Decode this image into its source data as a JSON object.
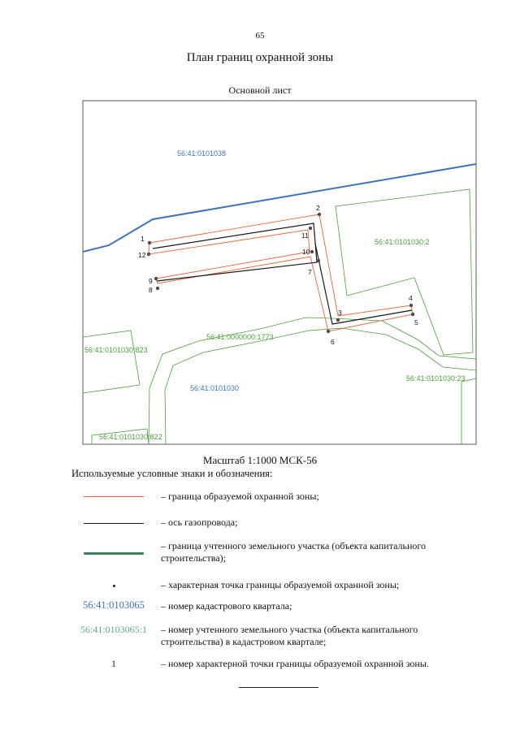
{
  "page_number": "65",
  "title": "План границ охранной зоны",
  "subtitle": "Основной лист",
  "scale_text": "Масштаб 1:1000   МСК-56",
  "legend_title": "Используемые условные знаки и обозначения:",
  "cadastral_quarter_labels": [
    {
      "text": "56:41:0101038",
      "color": "#3f73b5"
    },
    {
      "text": "56:41:0101030",
      "color": "#3f73b5"
    }
  ],
  "parcel_labels": [
    {
      "text": "56:41:0101030:2",
      "color": "#4a9e3a"
    },
    {
      "text": "56:41:0000000:1773",
      "color": "#4a9e3a"
    },
    {
      "text": "56:41:0101030:823",
      "color": "#4a9e3a"
    },
    {
      "text": "56:41:0101030:23",
      "color": "#4a9e3a"
    },
    {
      "text": "56:41:0101030:822",
      "color": "#4a9e3a"
    }
  ],
  "point_numbers": [
    "1",
    "2",
    "3",
    "4",
    "5",
    "6",
    "7",
    "8",
    "9",
    "10",
    "11",
    "12"
  ],
  "legend": [
    {
      "symbol": "red-line",
      "text": "– граница образуемой охранной зоны;"
    },
    {
      "symbol": "black-line",
      "text": "– ось газопровода;"
    },
    {
      "symbol": "green-line",
      "text": "– граница учтенного земельного участка (объекта капитального строительства);"
    },
    {
      "symbol": "dot",
      "text": "– характерная точка границы образуемой охранной зоны;"
    },
    {
      "symbol": "text",
      "symbol_text": "56:41:0103065",
      "text": "– номер кадастрового квартала;"
    },
    {
      "symbol": "text",
      "symbol_text": "56:41:0103065:1",
      "text": "– номер учтенного земельного участка (объекта капитального строительства) в кадастровом квартале;"
    },
    {
      "symbol": "text",
      "symbol_text": "1",
      "text": "– номер характерной точки границы образуемой охранной зоны."
    }
  ],
  "colors": {
    "zone_boundary": "#e8643c",
    "pipeline_axis": "#1a1a1a",
    "parcel_boundary": "#4a9e3a",
    "quarter_boundary": "#3f73b5",
    "legend_parcel_line": "#3c7f5c"
  }
}
